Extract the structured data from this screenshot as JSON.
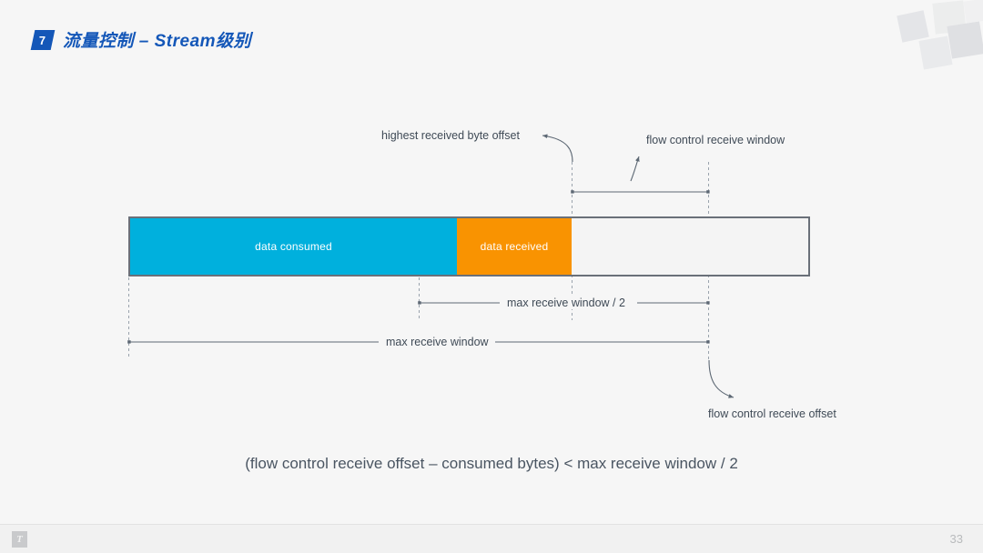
{
  "header": {
    "badge_number": "7",
    "title": "流量控制 – Stream级别",
    "accent_color": "#1457b8"
  },
  "diagram": {
    "segments": [
      {
        "name": "data-consumed",
        "label": "data consumed",
        "color": "#00b0dd"
      },
      {
        "name": "data-received",
        "label": "data received",
        "color": "#f99301"
      },
      {
        "name": "available-window",
        "label": "",
        "color": "#f4f4f4"
      }
    ],
    "annotations": {
      "highest_received_byte_offset": "highest received byte offset",
      "flow_control_receive_window": "flow control receive window",
      "max_receive_window_half": "max receive window / 2",
      "max_receive_window": "max receive window",
      "flow_control_receive_offset": "flow control receive offset"
    },
    "formula": "(flow control receive offset – consumed bytes) < max receive window / 2"
  },
  "footer": {
    "logo": "logo-icon",
    "page_number": "33"
  }
}
